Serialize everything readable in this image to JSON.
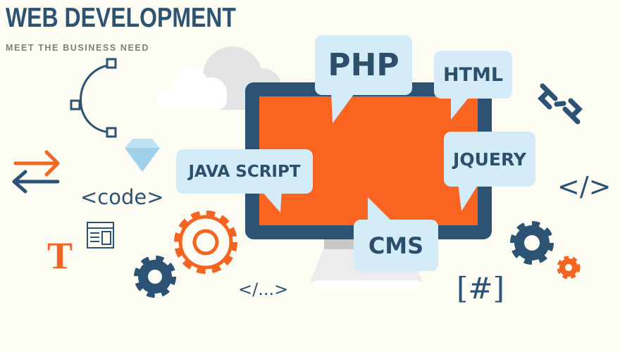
{
  "header": {
    "title": "WEB DEVELOPMENT",
    "subtitle": "MEET THE BUSINESS NEED"
  },
  "bubbles": {
    "php": "PHP",
    "html": "HTML",
    "javascript": "JAVA SCRIPT",
    "jquery": "JQUERY",
    "cms": "CMS"
  },
  "symbols": {
    "code_tag": "<code>",
    "close_ellipsis": "</...>",
    "close_tag": "</>",
    "hash": "[#]",
    "type_t": "T"
  },
  "colors": {
    "background": "#fdfcf3",
    "navy": "#2c5373",
    "orange": "#f26522",
    "bubble": "#d4ecf7"
  }
}
